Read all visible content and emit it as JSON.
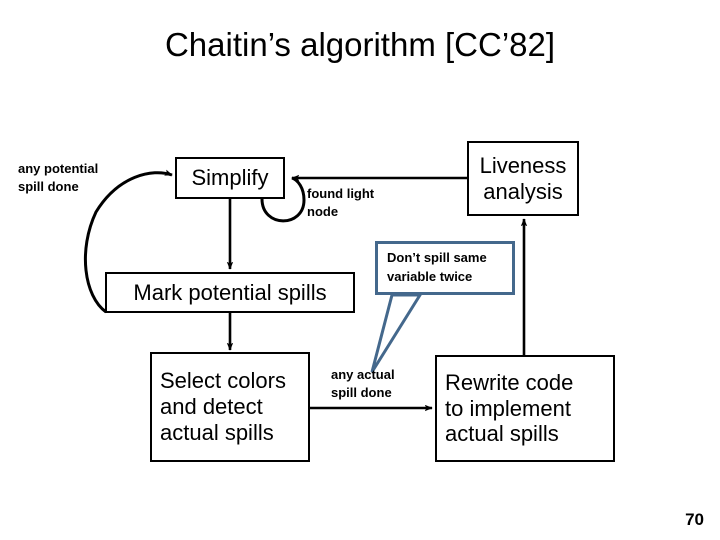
{
  "slide": {
    "title": "Chaitin’s algorithm [CC’82]",
    "page_number": "70",
    "background_color": "#ffffff",
    "box_border_color": "#000000",
    "callout_border_color": "#44688c"
  },
  "diagram": {
    "type": "flowchart",
    "nodes": [
      {
        "id": "simplify",
        "label": "Simplify"
      },
      {
        "id": "liveness",
        "label": "Liveness\nanalysis"
      },
      {
        "id": "mark",
        "label": "Mark potential spills"
      },
      {
        "id": "select",
        "label": "Select colors\nand detect\nactual spills"
      },
      {
        "id": "rewrite",
        "label": "Rewrite code\nto implement\nactual spills"
      }
    ],
    "edge_labels": [
      {
        "id": "any-potential-spill-done",
        "text": "any potential\nspill done"
      },
      {
        "id": "found-light-node",
        "text": "found light\nnode"
      },
      {
        "id": "any-actual-spill-done",
        "text": "any actual\nspill done"
      }
    ],
    "callouts": [
      {
        "id": "dont-spill-same-variable-twice",
        "text": "Don’t spill same\nvariable twice"
      }
    ],
    "edges": [
      {
        "from": "simplify",
        "to": "simplify",
        "kind": "self-loop"
      },
      {
        "from": "liveness",
        "to": "simplify",
        "kind": "straight"
      },
      {
        "from": "simplify",
        "to": "mark",
        "kind": "straight"
      },
      {
        "from": "mark",
        "to": "simplify",
        "kind": "curved-feedback"
      },
      {
        "from": "mark",
        "to": "select",
        "kind": "straight"
      },
      {
        "from": "select",
        "to": "rewrite",
        "kind": "straight"
      },
      {
        "from": "rewrite",
        "to": "liveness",
        "kind": "straight"
      }
    ]
  }
}
